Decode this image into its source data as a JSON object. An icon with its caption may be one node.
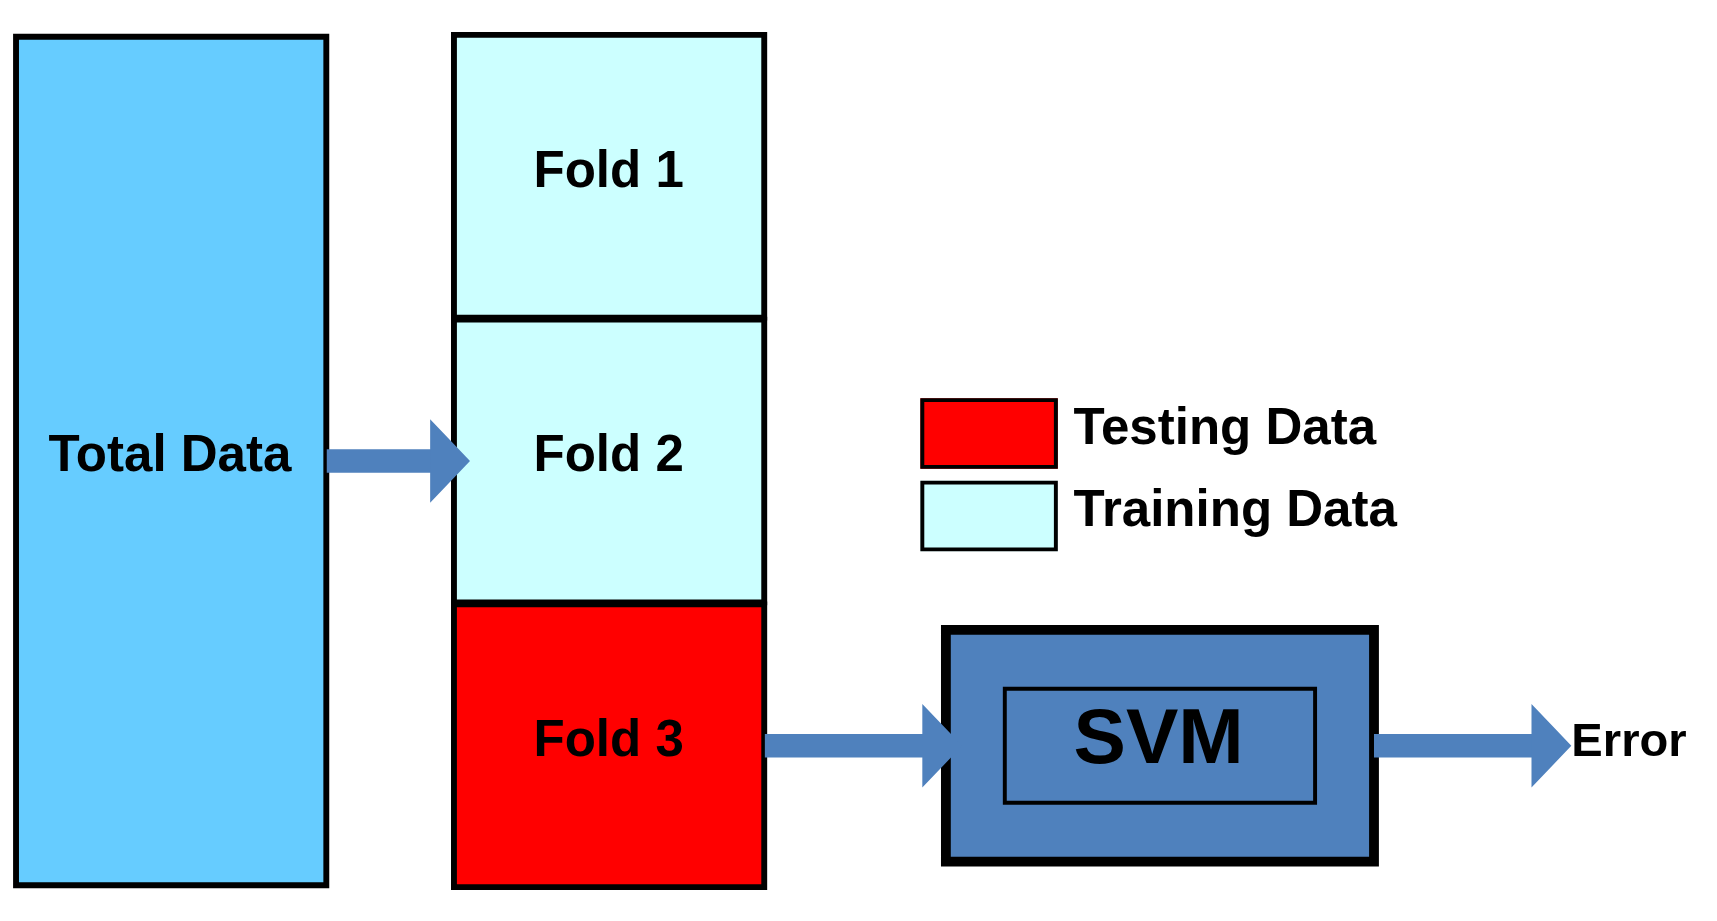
{
  "diagram": {
    "nodes": [
      {
        "text": [
          "Total Data"
        ]
      },
      {
        "text": [
          "Fold 1"
        ]
      },
      {
        "text": [
          "Fold 2"
        ]
      },
      {
        "text": [
          "Fold 3"
        ]
      },
      {
        "text": [],
        "shape": "box"
      },
      {
        "text": [
          "SVM"
        ],
        "in": 4
      },
      {
        "text": [
          "Error"
        ]
      }
    ],
    "edges": [
      {
        "from": 0,
        "to": 2,
        "arrow": "to"
      },
      {
        "from": 3,
        "to": 4,
        "arrow": "to"
      },
      {
        "from": 4,
        "to": 6,
        "arrow": "to"
      }
    ],
    "legend": [
      {
        "text": "Testing Data",
        "color": "#ff0000"
      },
      {
        "text": "Training Data",
        "color": "#ccffff"
      }
    ]
  }
}
